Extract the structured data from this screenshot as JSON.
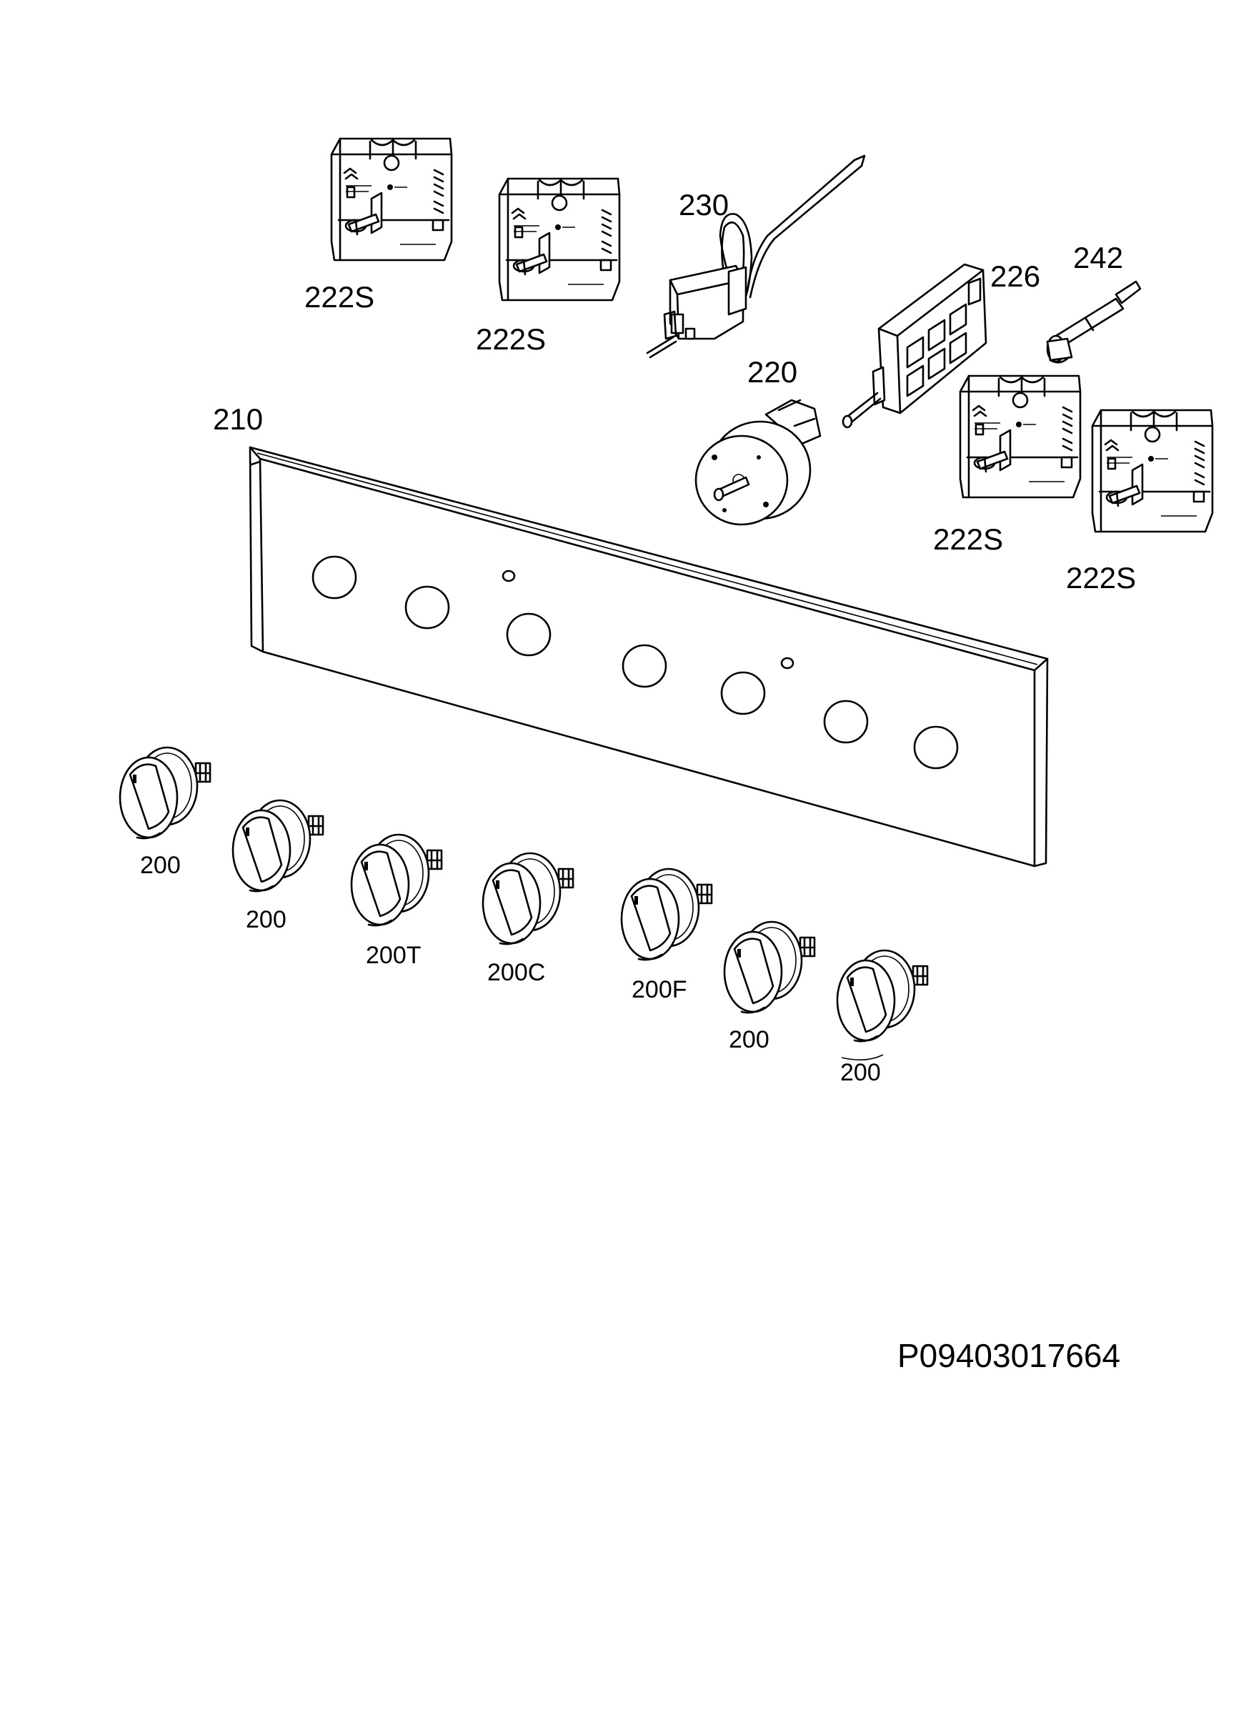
{
  "diagram": {
    "callouts": {
      "switch_top_left": "222S",
      "switch_top_second": "222S",
      "thermostat": "230",
      "selector_switch": "226",
      "indicator_lamp": "242",
      "timer": "220",
      "control_panel": "210",
      "switch_right_first": "222S",
      "switch_right_second": "222S",
      "knob_1": "200",
      "knob_2": "200",
      "knob_3": "200T",
      "knob_4": "200C",
      "knob_5": "200F",
      "knob_6": "200",
      "knob_7": "200"
    },
    "drawing_code": "P09403017664"
  }
}
